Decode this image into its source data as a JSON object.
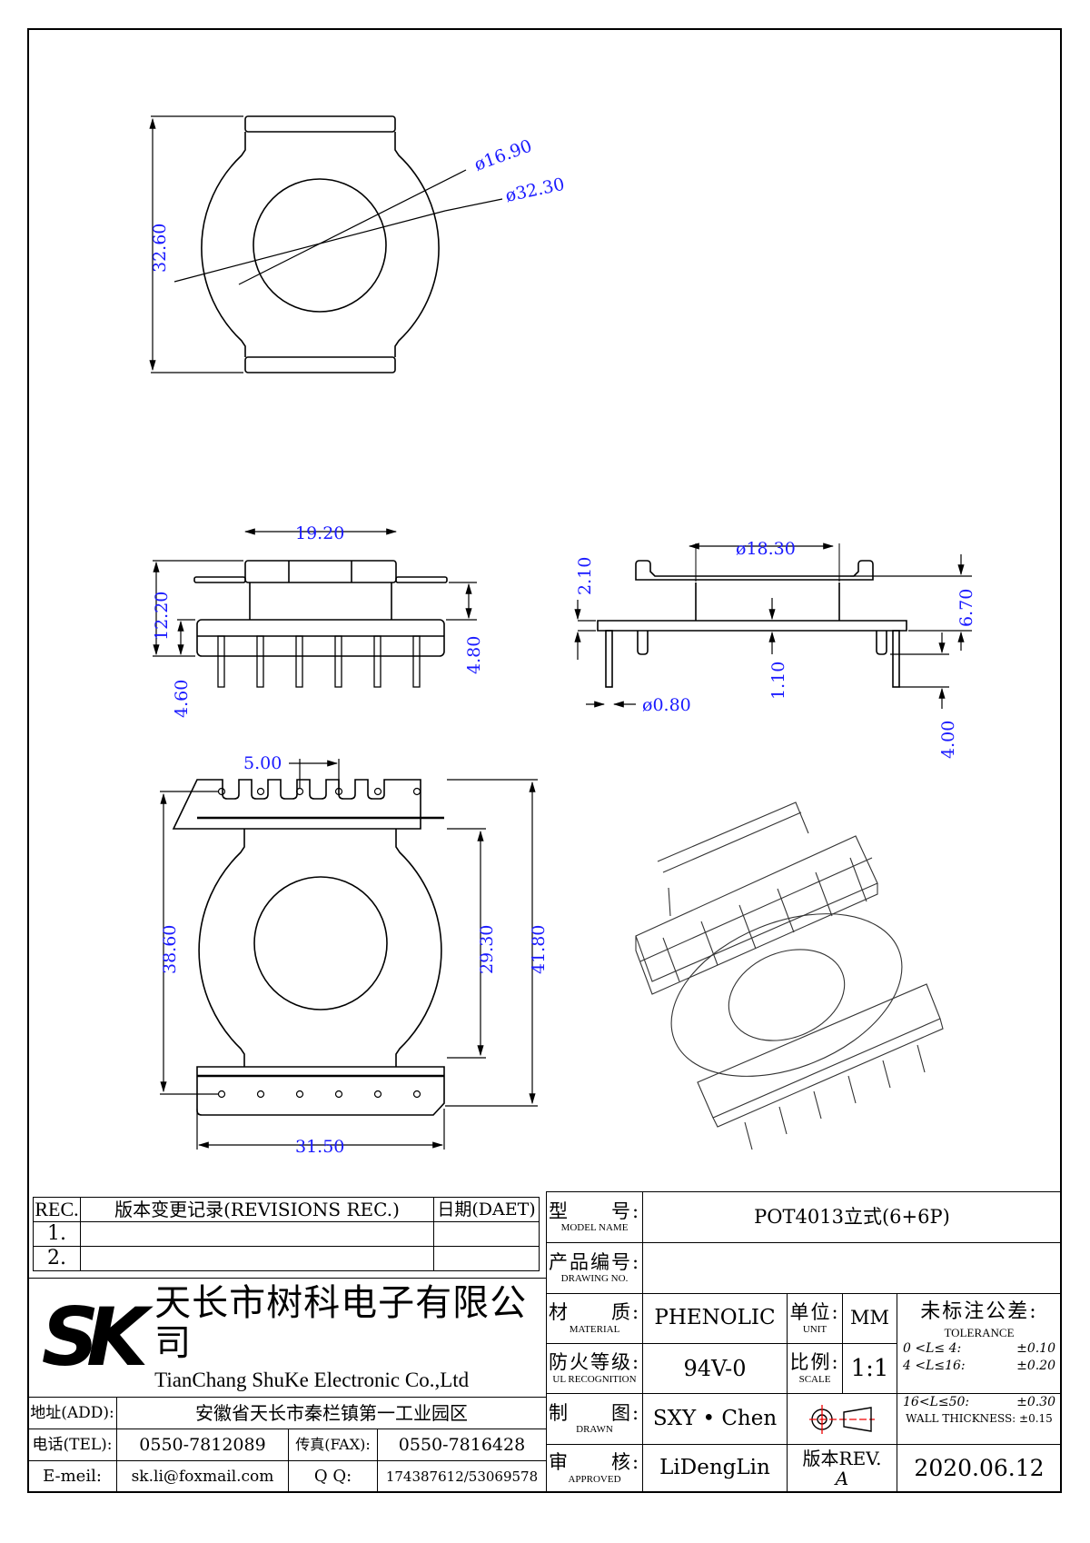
{
  "drawing": {
    "top_view": {
      "height": "32.60",
      "inner_dia": "ø16.90",
      "outer_dia": "ø32.30"
    },
    "front_view": {
      "width": "19.20",
      "total_height": "12.20",
      "base_height": "4.60",
      "flange_gap": "4.80"
    },
    "side_view": {
      "core_dia": "ø18.30",
      "top_flange": "2.10",
      "height": "6.70",
      "wall": "1.10",
      "pin_dia": "ø0.80",
      "pin_length": "4.00"
    },
    "bottom_view": {
      "pitch": "5.00",
      "pin_row_span": "38.60",
      "inner_span": "29.30",
      "total_length": "41.80",
      "width": "31.50"
    }
  },
  "revisions": {
    "headers": {
      "rec": "REC.",
      "desc": "版本变更记录(REVISIONS REC.)",
      "date": "日期(DAET)"
    },
    "rows": [
      {
        "rec": "1.",
        "desc": "",
        "date": ""
      },
      {
        "rec": "2.",
        "desc": "",
        "date": ""
      }
    ]
  },
  "company": {
    "logo": "SK",
    "name_cn": "天长市树科电子有限公司",
    "name_en": "TianChang ShuKe Electronic Co.,Ltd"
  },
  "contact": {
    "address_label": "地址(ADD):",
    "address": "安徽省天长市秦栏镇第一工业园区",
    "tel_label": "电话(TEL):",
    "tel": "0550-7812089",
    "fax_label": "传真(FAX):",
    "fax": "0550-7816428",
    "email_label": "E-meil:",
    "email": "sk.li@foxmail.com",
    "qq_label": "Q Q:",
    "qq": "174387612/53069578"
  },
  "title_block": {
    "model_label_cn": "型　　号:",
    "model_label_en": "MODEL NAME",
    "model": "POT4013立式(6+6P)",
    "drawing_no_label_cn": "产品编号:",
    "drawing_no_label_en": "DRAWING NO.",
    "drawing_no": "",
    "material_label_cn": "材　　质:",
    "material_label_en": "MATERIAL",
    "material": "PHENOLIC",
    "unit_label_cn": "单位:",
    "unit_label_en": "UNIT",
    "unit": "MM",
    "ul_label_cn": "防火等级:",
    "ul_label_en": "UL RECOGNITION",
    "ul": "94V-0",
    "scale_label_cn": "比例:",
    "scale_label_en": "SCALE",
    "scale": "1:1",
    "drawn_label_cn": "制　　图:",
    "drawn_label_en": "DRAWN",
    "drawn": "SXY • Chen",
    "approved_label_cn": "审　　核:",
    "approved_label_en": "APPROVED",
    "approved": "LiDengLin",
    "rev_label": "版本REV.",
    "rev": "A",
    "date": "2020.06.12",
    "tolerance": {
      "title_cn": "未标注公差:",
      "title_en": "TOLERANCE",
      "rows": [
        {
          "range": "0 <L≤ 4:",
          "value": "±0.10"
        },
        {
          "range": "4 <L≤16:",
          "value": "±0.20"
        },
        {
          "range": "16<L≤50:",
          "value": "±0.30"
        }
      ],
      "wall": "WALL THICKNESS: ±0.15"
    }
  }
}
